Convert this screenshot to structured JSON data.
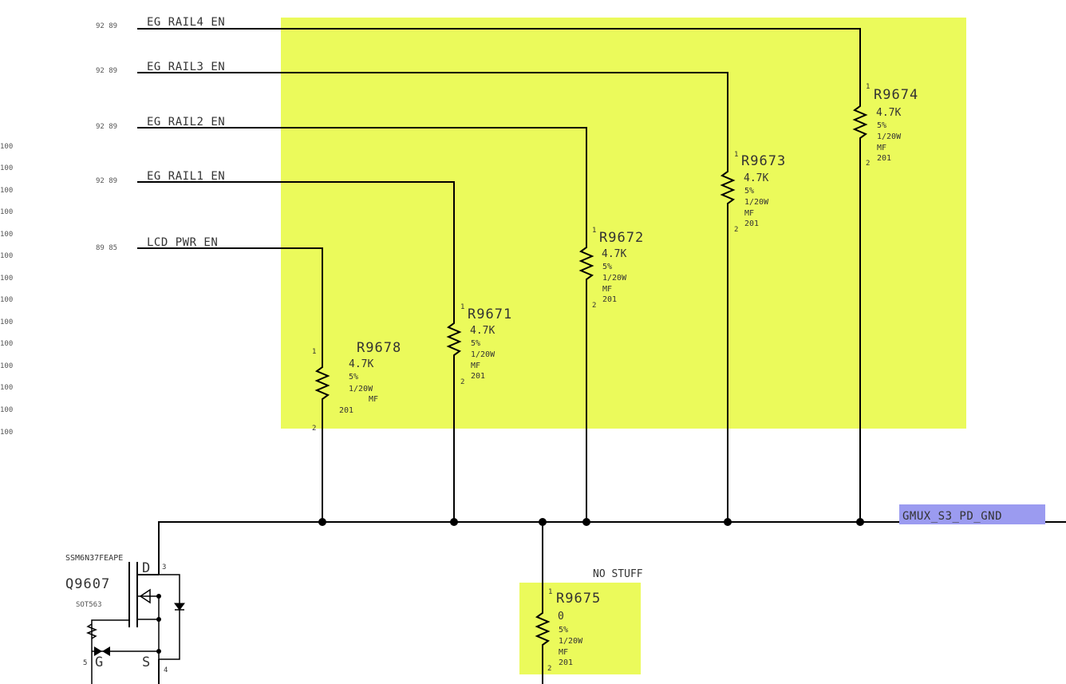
{
  "colors": {
    "highlight": "#ebfa5b",
    "net_tag": "#9b9bf0",
    "wire": "#000000",
    "text": "#333333"
  },
  "left_margin_refs": [
    "100",
    "100",
    "100",
    "100",
    "100",
    "100",
    "100",
    "100",
    "100",
    "100",
    "100",
    "100",
    "100",
    "100"
  ],
  "nets": [
    {
      "name": "EG_RAIL4_EN",
      "pages": "92 89"
    },
    {
      "name": "EG_RAIL3_EN",
      "pages": "92 89"
    },
    {
      "name": "EG_RAIL2_EN",
      "pages": "92 89"
    },
    {
      "name": "EG_RAIL1_EN",
      "pages": "92 89"
    },
    {
      "name": "LCD_PWR_EN",
      "pages": "89 85"
    }
  ],
  "output_net": "GMUX_S3_PD_GND",
  "resistors": [
    {
      "ref": "R9678",
      "value": "4.7K",
      "tol": "5%",
      "power": "1/20W",
      "type": "MF",
      "size": "201",
      "pin1": "1",
      "pin2": "2"
    },
    {
      "ref": "R9671",
      "value": "4.7K",
      "tol": "5%",
      "power": "1/20W",
      "type": "MF",
      "size": "201",
      "pin1": "1",
      "pin2": "2"
    },
    {
      "ref": "R9672",
      "value": "4.7K",
      "tol": "5%",
      "power": "1/20W",
      "type": "MF",
      "size": "201",
      "pin1": "1",
      "pin2": "2"
    },
    {
      "ref": "R9673",
      "value": "4.7K",
      "tol": "5%",
      "power": "1/20W",
      "type": "MF",
      "size": "201",
      "pin1": "1",
      "pin2": "2"
    },
    {
      "ref": "R9674",
      "value": "4.7K",
      "tol": "5%",
      "power": "1/20W",
      "type": "MF",
      "size": "201",
      "pin1": "1",
      "pin2": "2"
    },
    {
      "ref": "R9675",
      "value": "0",
      "tol": "5%",
      "power": "1/20W",
      "type": "MF",
      "size": "201",
      "pin1": "1",
      "pin2": "2",
      "note": "NO STUFF"
    }
  ],
  "transistor": {
    "part": "SSM6N37FEAPE",
    "ref": "Q9607",
    "package": "SOT563",
    "d": "D",
    "g": "G",
    "s": "S",
    "pin_d": "3",
    "pin_g": "5",
    "pin_s": "4"
  }
}
